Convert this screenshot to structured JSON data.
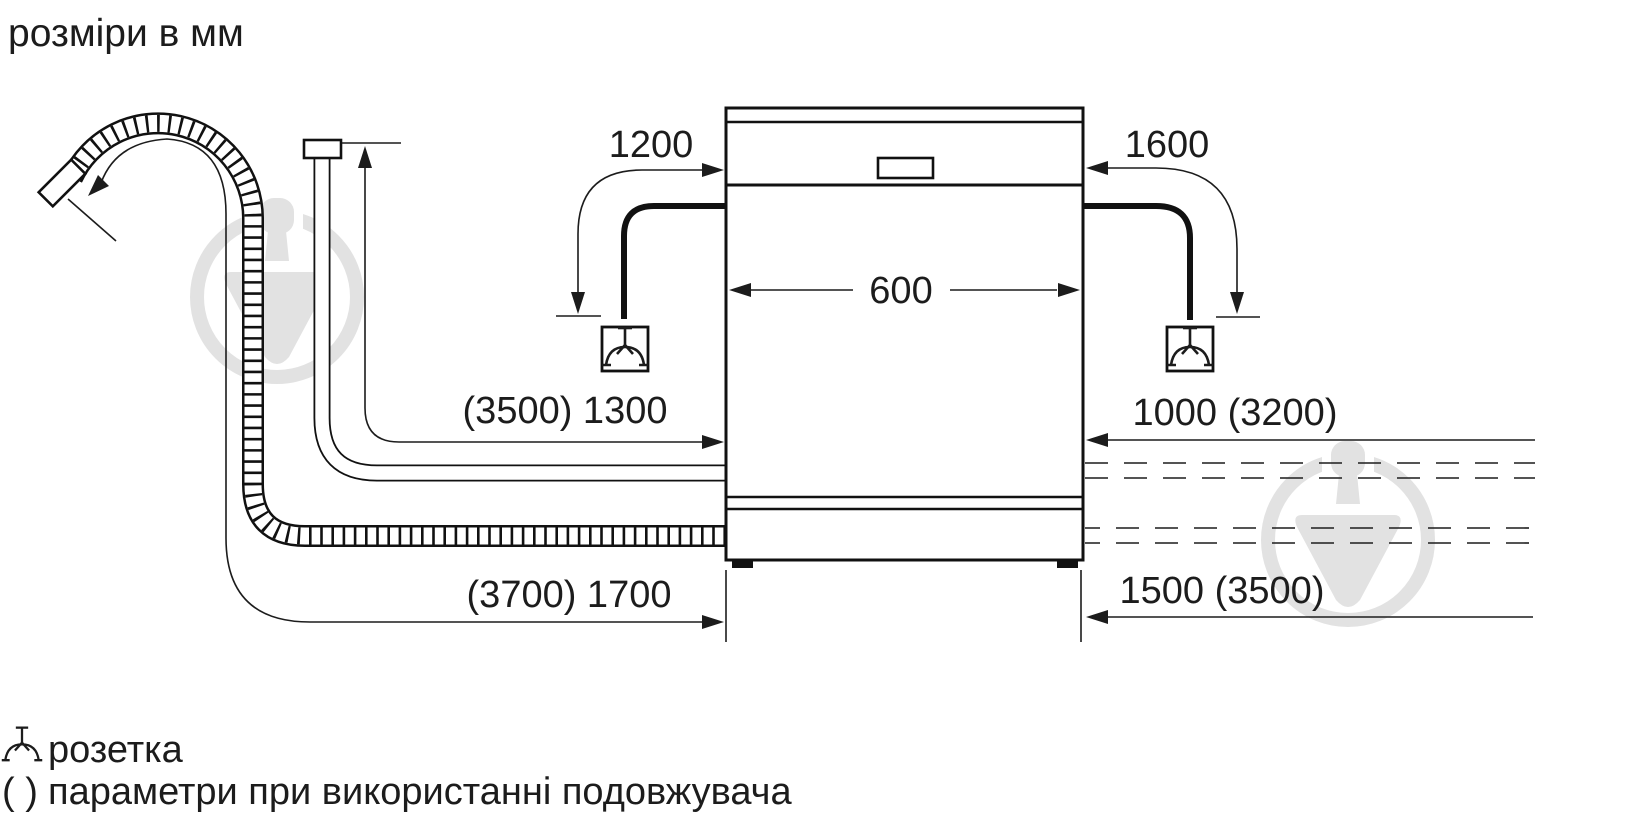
{
  "title": "розміри в мм",
  "diagram": {
    "dimensions": {
      "cord_left": "1200",
      "cord_right": "1600",
      "appliance_width": "600",
      "supply_left": "(3500) 1300",
      "supply_right": "1000 (3200)",
      "drain_left": "(3700) 1700",
      "drain_right": "1500 (3500)"
    }
  },
  "legend": {
    "socket_label": "розетка",
    "extension_symbol": "( )",
    "extension_label": "параметри при використанні подовжувача"
  },
  "colors": {
    "line": "#1c1c1c",
    "watermark": "#e2e2e2",
    "background": "#ffffff"
  }
}
